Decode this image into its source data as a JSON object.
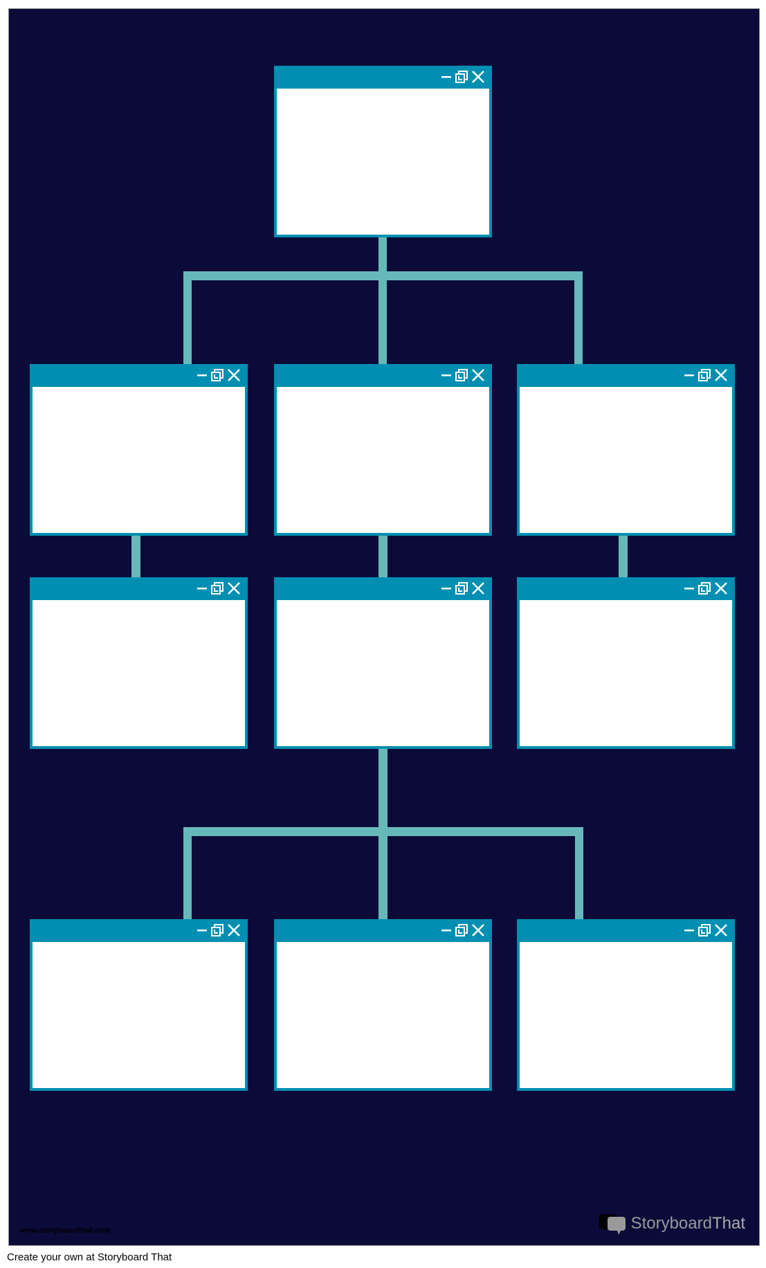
{
  "colors": {
    "background": "#0b0b3a",
    "titlebar": "#008fb2",
    "connector": "#67b9b9"
  },
  "windows": [
    {
      "id": "root",
      "controls": [
        "minimize-icon",
        "restore-icon",
        "close-icon"
      ]
    },
    {
      "id": "level2-left"
    },
    {
      "id": "level2-center"
    },
    {
      "id": "level2-right"
    },
    {
      "id": "level3-left"
    },
    {
      "id": "level3-center"
    },
    {
      "id": "level3-right"
    },
    {
      "id": "level4-left"
    },
    {
      "id": "level4-center"
    },
    {
      "id": "level4-right"
    }
  ],
  "watermark": {
    "url": "www.storyboardthat.com",
    "logo_part1": "Storyboard",
    "logo_part2": "That"
  },
  "footer": {
    "text": "Create your own at Storyboard That"
  }
}
